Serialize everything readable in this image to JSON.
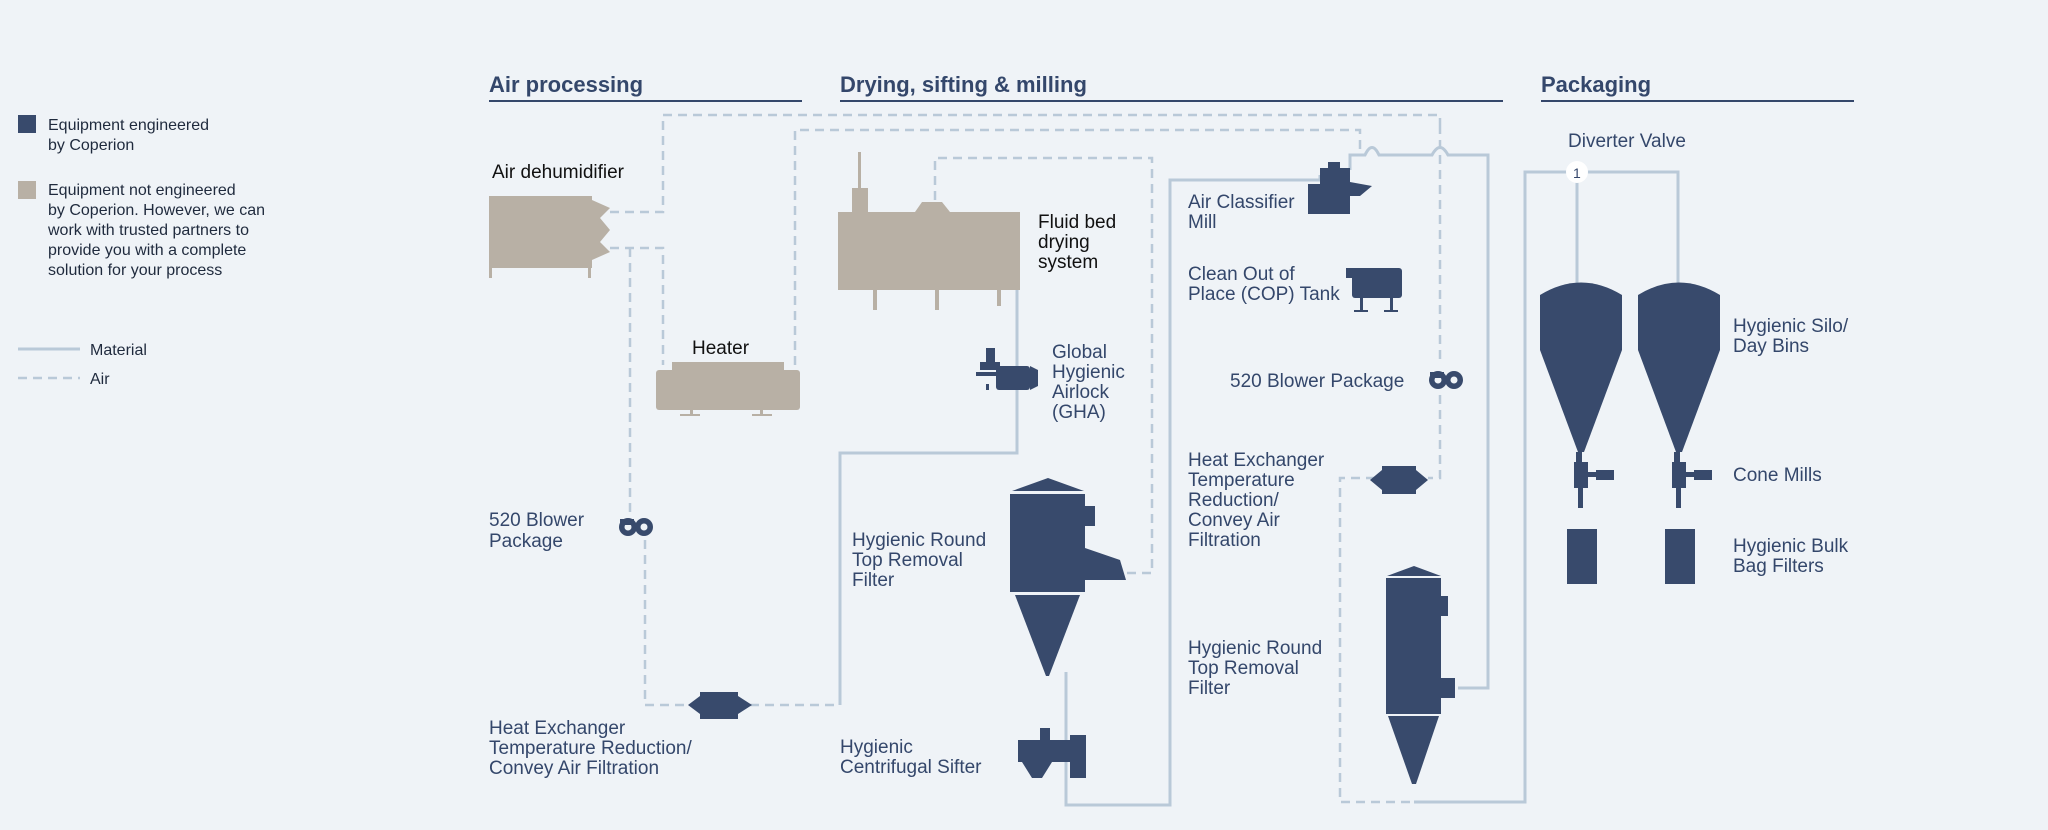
{
  "sections": {
    "air_processing": "Air processing",
    "drying": "Drying, sifting & milling",
    "packaging": "Packaging"
  },
  "legend": {
    "engineered": [
      "Equipment engineered",
      "by Coperion"
    ],
    "not_engineered": [
      "Equipment not engineered",
      "by Coperion. However, we can",
      "work with trusted partners to",
      "provide you with a complete",
      "solution for your process"
    ],
    "material": "Material",
    "air": "Air"
  },
  "labels": {
    "air_dehumidifier": "Air dehumidifier",
    "heater": "Heater",
    "blower_left": [
      "520 Blower",
      "Package"
    ],
    "heat_exchanger_left": [
      "Heat Exchanger",
      "Temperature Reduction/",
      "Convey Air Filtration"
    ],
    "fluid_bed": [
      "Fluid bed",
      "drying",
      "system"
    ],
    "gha": [
      "Global",
      "Hygienic",
      "Airlock",
      "(GHA)"
    ],
    "round_filter_mid": [
      "Hygienic Round",
      "Top Removal",
      "Filter"
    ],
    "sifter": [
      "Hygienic",
      "Centrifugal Sifter"
    ],
    "air_classifier": [
      "Air Classifier",
      "Mill"
    ],
    "cop_tank": [
      "Clean Out of",
      "Place (COP) Tank"
    ],
    "blower_right": "520 Blower Package",
    "heat_exchanger_right": [
      "Heat Exchanger",
      "Temperature",
      "Reduction/",
      "Convey Air",
      "Filtration"
    ],
    "round_filter_right": [
      "Hygienic Round",
      "Top Removal",
      "Filter"
    ],
    "diverter_valve": "Diverter Valve",
    "diverter_marker": "1",
    "silo": [
      "Hygienic Silo/",
      "Day Bins"
    ],
    "cone_mills": "Cone Mills",
    "bulk_bag": [
      "Hygienic Bulk",
      "Bag Filters"
    ]
  },
  "colors": {
    "background": "#eff3f7",
    "engineered": "#384a6c",
    "not_engineered": "#b8b0a5",
    "lines": "#b9c9d8",
    "text": "#34476b"
  }
}
